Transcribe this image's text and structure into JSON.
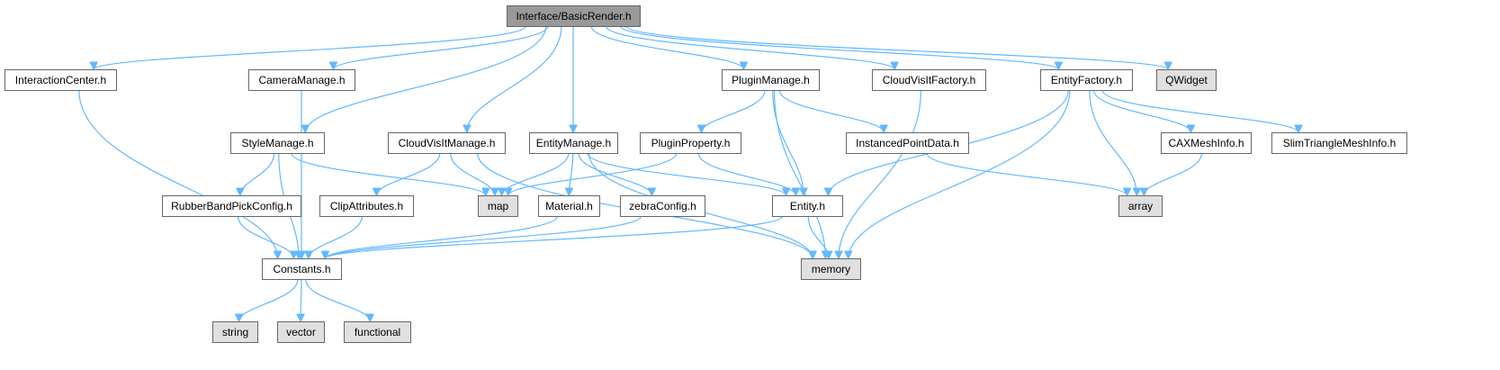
{
  "colors": {
    "root_fill": "#999999",
    "header_fill": "#ffffff",
    "system_fill": "#e0e0e0",
    "edge": "#63b8ff",
    "border": "#666666"
  },
  "nodes": [
    {
      "id": "basicrender",
      "label": "Interface/BasicRender.h",
      "kind": "root"
    },
    {
      "id": "interactioncenter",
      "label": "InteractionCenter.h",
      "kind": "header"
    },
    {
      "id": "cameramanage",
      "label": "CameraManage.h",
      "kind": "header"
    },
    {
      "id": "pluginmanage",
      "label": "PluginManage.h",
      "kind": "header"
    },
    {
      "id": "cloudvisitfactory",
      "label": "CloudVisItFactory.h",
      "kind": "header"
    },
    {
      "id": "entityfactory",
      "label": "EntityFactory.h",
      "kind": "header"
    },
    {
      "id": "qwidget",
      "label": "QWidget",
      "kind": "system"
    },
    {
      "id": "stylemanage",
      "label": "StyleManage.h",
      "kind": "header"
    },
    {
      "id": "cloudvisitmanage",
      "label": "CloudVisItManage.h",
      "kind": "header"
    },
    {
      "id": "entitymanage",
      "label": "EntityManage.h",
      "kind": "header"
    },
    {
      "id": "pluginproperty",
      "label": "PluginProperty.h",
      "kind": "header"
    },
    {
      "id": "instancedpointdata",
      "label": "InstancedPointData.h",
      "kind": "header"
    },
    {
      "id": "caxmeshinfo",
      "label": "CAXMeshInfo.h",
      "kind": "header"
    },
    {
      "id": "slimtrianglemeshinfo",
      "label": "SlimTriangleMeshInfo.h",
      "kind": "header"
    },
    {
      "id": "rubberbandpickconfig",
      "label": "RubberBandPickConfig.h",
      "kind": "header"
    },
    {
      "id": "clipattributes",
      "label": "ClipAttributes.h",
      "kind": "header"
    },
    {
      "id": "map",
      "label": "map",
      "kind": "system"
    },
    {
      "id": "material",
      "label": "Material.h",
      "kind": "header"
    },
    {
      "id": "zebraconfig",
      "label": "zebraConfig.h",
      "kind": "header"
    },
    {
      "id": "entity",
      "label": "Entity.h",
      "kind": "header"
    },
    {
      "id": "array",
      "label": "array",
      "kind": "system"
    },
    {
      "id": "constants",
      "label": "Constants.h",
      "kind": "header"
    },
    {
      "id": "memory",
      "label": "memory",
      "kind": "system"
    },
    {
      "id": "string",
      "label": "string",
      "kind": "system"
    },
    {
      "id": "vector",
      "label": "vector",
      "kind": "system"
    },
    {
      "id": "functional",
      "label": "functional",
      "kind": "system"
    }
  ],
  "edges": [
    [
      "basicrender",
      "interactioncenter"
    ],
    [
      "basicrender",
      "cameramanage"
    ],
    [
      "basicrender",
      "stylemanage"
    ],
    [
      "basicrender",
      "cloudvisitmanage"
    ],
    [
      "basicrender",
      "entitymanage"
    ],
    [
      "basicrender",
      "pluginmanage"
    ],
    [
      "basicrender",
      "cloudvisitfactory"
    ],
    [
      "basicrender",
      "entityfactory"
    ],
    [
      "basicrender",
      "qwidget"
    ],
    [
      "interactioncenter",
      "constants"
    ],
    [
      "cameramanage",
      "constants"
    ],
    [
      "stylemanage",
      "constants"
    ],
    [
      "stylemanage",
      "rubberbandpickconfig"
    ],
    [
      "stylemanage",
      "map"
    ],
    [
      "cloudvisitmanage",
      "clipattributes"
    ],
    [
      "cloudvisitmanage",
      "map"
    ],
    [
      "cloudvisitmanage",
      "memory"
    ],
    [
      "entitymanage",
      "map"
    ],
    [
      "entitymanage",
      "material"
    ],
    [
      "entitymanage",
      "zebraconfig"
    ],
    [
      "entitymanage",
      "entity"
    ],
    [
      "entitymanage",
      "memory"
    ],
    [
      "pluginmanage",
      "pluginproperty"
    ],
    [
      "pluginmanage",
      "instancedpointdata"
    ],
    [
      "pluginmanage",
      "entity"
    ],
    [
      "pluginmanage",
      "memory"
    ],
    [
      "pluginproperty",
      "map"
    ],
    [
      "pluginproperty",
      "entity"
    ],
    [
      "cloudvisitfactory",
      "memory"
    ],
    [
      "instancedpointdata",
      "array"
    ],
    [
      "entityfactory",
      "entity"
    ],
    [
      "entityfactory",
      "memory"
    ],
    [
      "entityfactory",
      "array"
    ],
    [
      "entityfactory",
      "caxmeshinfo"
    ],
    [
      "entityfactory",
      "slimtrianglemeshinfo"
    ],
    [
      "caxmeshinfo",
      "array"
    ],
    [
      "rubberbandpickconfig",
      "constants"
    ],
    [
      "clipattributes",
      "constants"
    ],
    [
      "material",
      "constants"
    ],
    [
      "zebraconfig",
      "constants"
    ],
    [
      "entity",
      "constants"
    ],
    [
      "entity",
      "memory"
    ],
    [
      "constants",
      "string"
    ],
    [
      "constants",
      "vector"
    ],
    [
      "constants",
      "functional"
    ]
  ]
}
